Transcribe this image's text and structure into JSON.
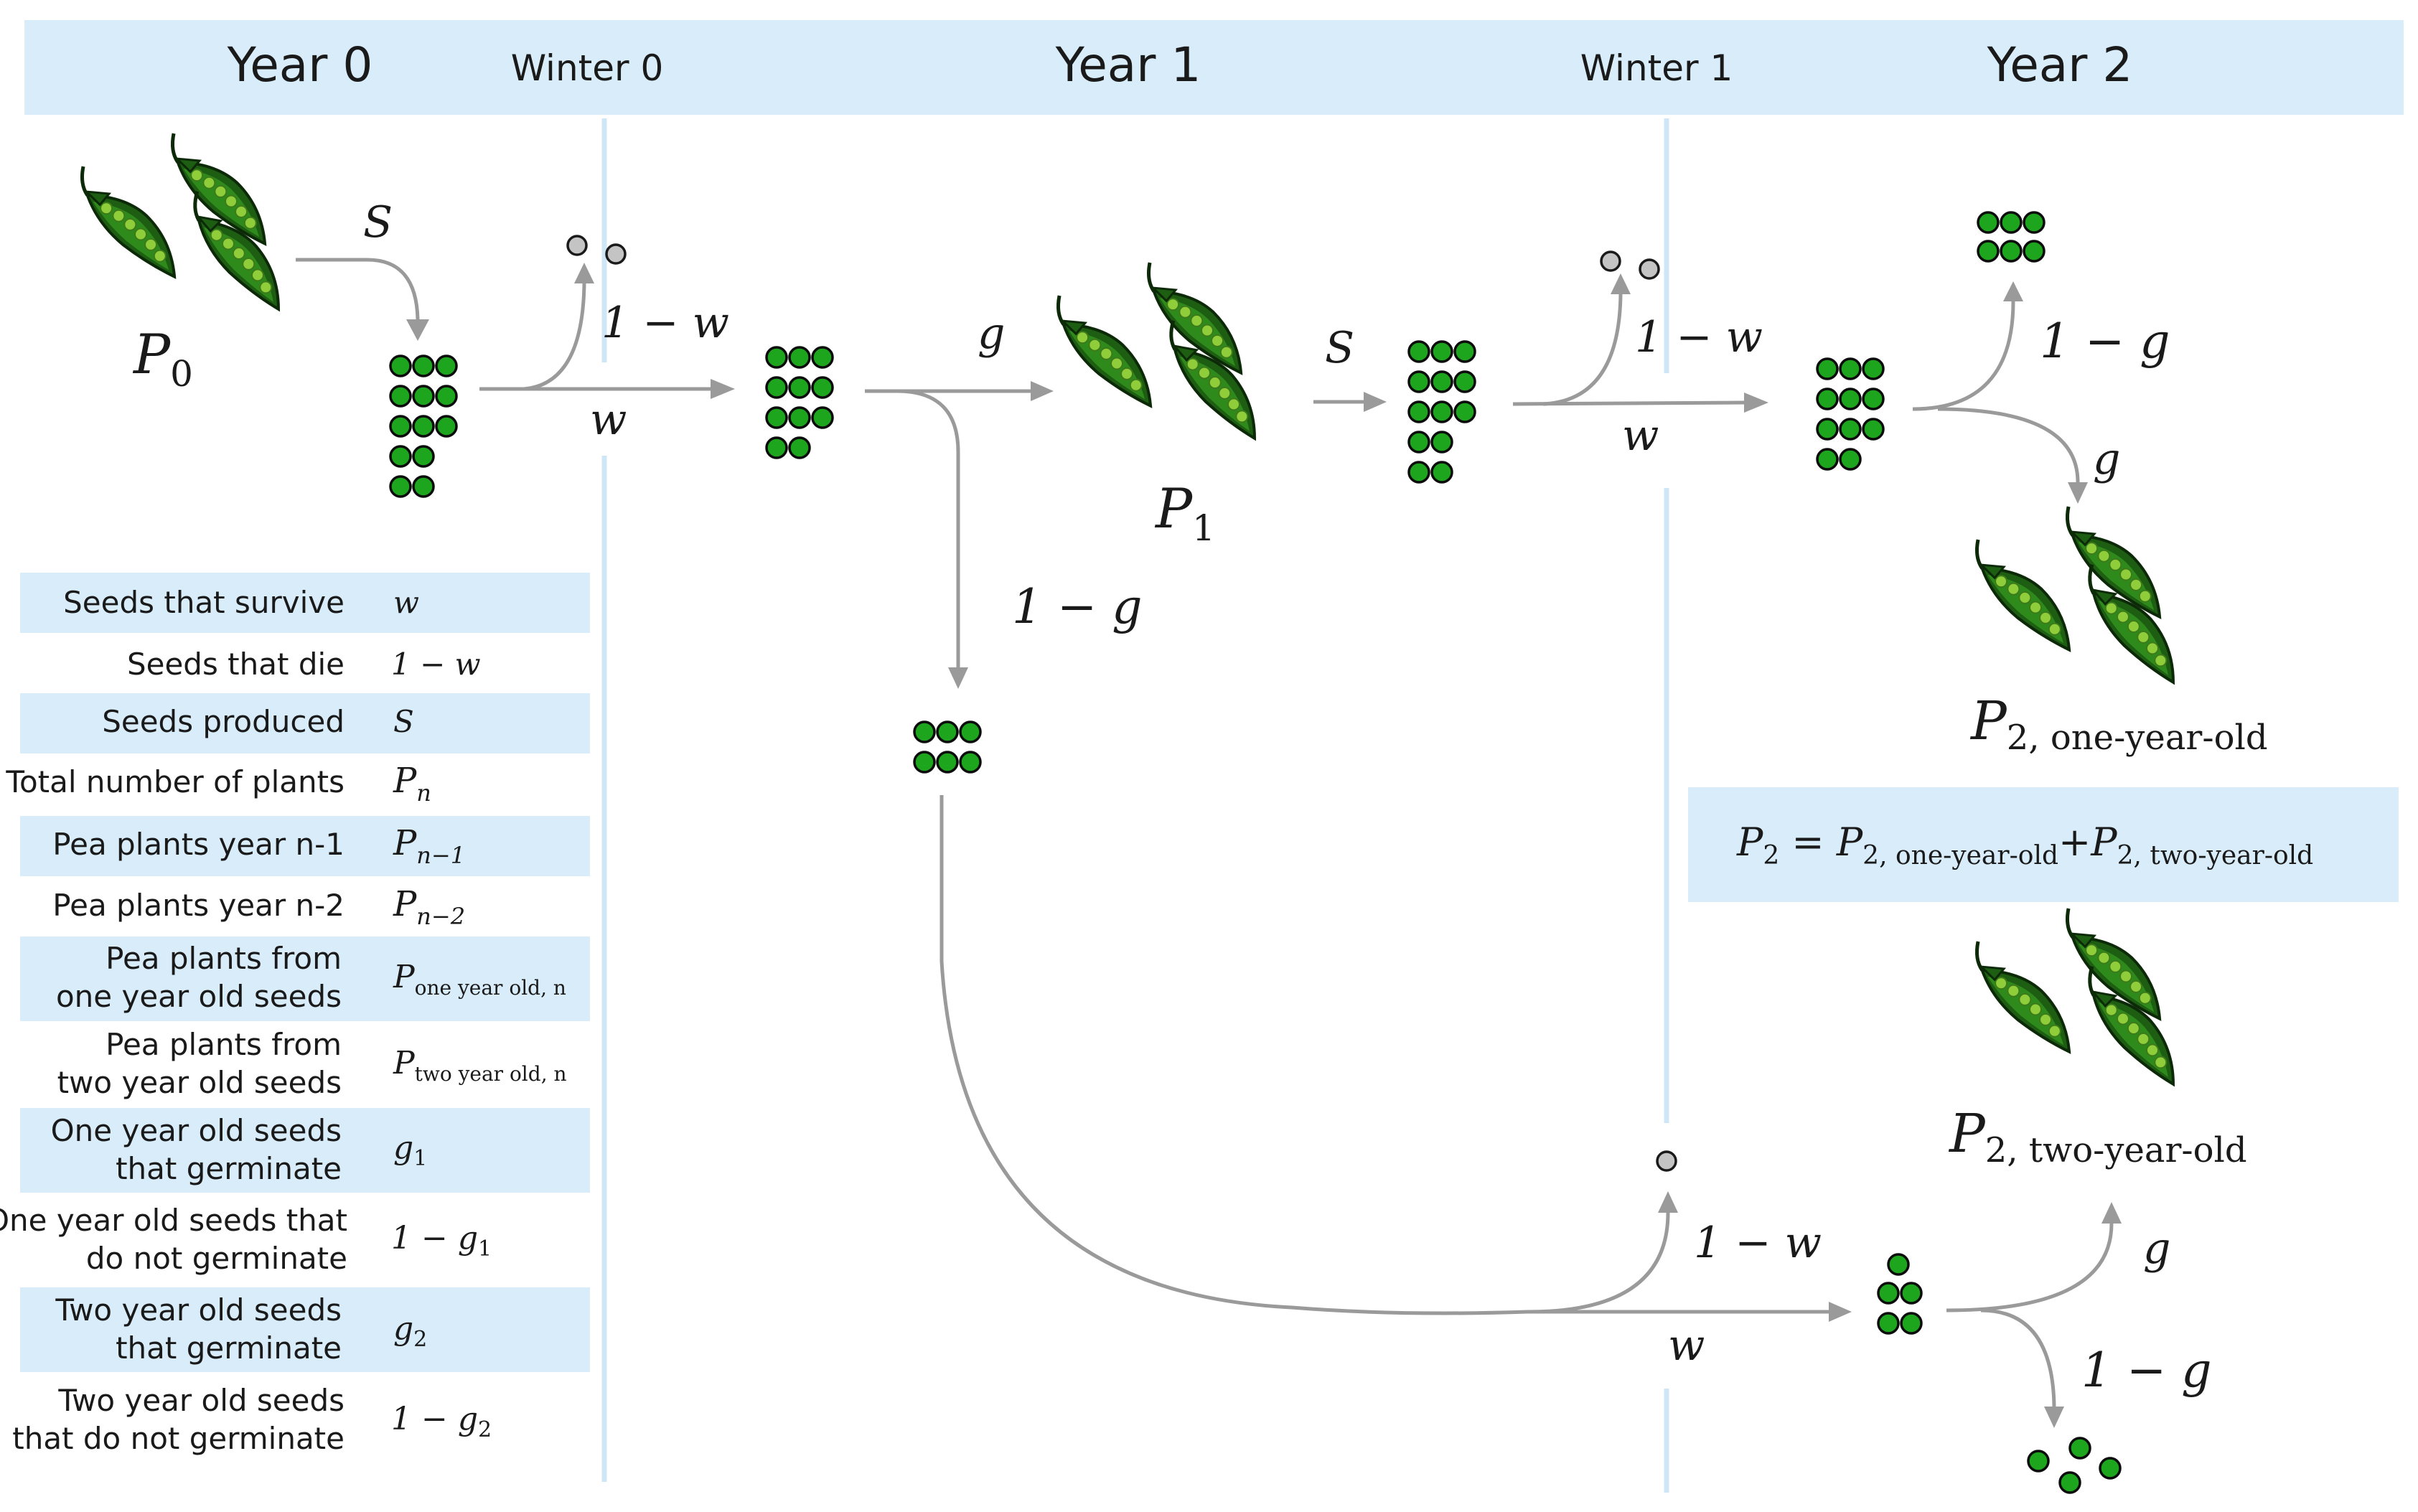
{
  "header": {
    "year0": "Year 0",
    "winter0": "Winter 0",
    "year1": "Year 1",
    "winter1": "Winter 1",
    "year2": "Year 2",
    "background_color": "#d8ecfa"
  },
  "labels": {
    "p0": "P",
    "p0_sub": "0",
    "p1": "P",
    "p1_sub": "1",
    "p2_one": "P",
    "p2_one_sub": "2, one-year-old",
    "p2_two": "P",
    "p2_two_sub": "2, two-year-old",
    "S": "S",
    "w": "w",
    "g": "g",
    "one_minus_w": "1 − w",
    "one_minus_g": "1 − g"
  },
  "equation": {
    "lhs": "P",
    "lhs_sub": "2",
    "eq": " = P",
    "term1_sub": "2, one-year-old",
    "plus": "+P",
    "term2_sub": "2, two-year-old"
  },
  "table": {
    "rows": [
      {
        "desc": [
          "Seeds that survive"
        ],
        "sym": "w",
        "sub": ""
      },
      {
        "desc": [
          "Seeds that die"
        ],
        "sym": "1 − w",
        "sub": ""
      },
      {
        "desc": [
          "Seeds produced"
        ],
        "sym": "S",
        "sub": ""
      },
      {
        "desc": [
          "Total number of plants"
        ],
        "sym": "P",
        "sub": "n"
      },
      {
        "desc": [
          "Pea plants year  n-1"
        ],
        "sym": "P",
        "sub": "n−1"
      },
      {
        "desc": [
          "Pea plants year  n-2"
        ],
        "sym": "P",
        "sub": "n−2"
      },
      {
        "desc": [
          "Pea plants  from",
          "one year old seeds"
        ],
        "sym": "P",
        "sub": "one year old, n"
      },
      {
        "desc": [
          "Pea plants from",
          "two year old seeds"
        ],
        "sym": "P",
        "sub": "two year old, n"
      },
      {
        "desc": [
          "One year old seeds",
          "that germinate"
        ],
        "sym": "g",
        "sub": "1"
      },
      {
        "desc": [
          "One year old seeds that",
          "do not germinate"
        ],
        "sym": "1 − g",
        "sub": "1"
      },
      {
        "desc": [
          "Two year old seeds",
          "that germinate"
        ],
        "sym": "g",
        "sub": "2"
      },
      {
        "desc": [
          "Two year old seeds",
          "that do not germinate"
        ],
        "sym": "1 − g",
        "sub": "2"
      }
    ],
    "stripe_color": "#d8ecfa"
  },
  "colors": {
    "seed_green": "#1ea51e",
    "dead_seed_grey": "#c4c4c4",
    "arrow_grey": "#9a9a9a",
    "pod_dark": "#1d5e12",
    "pea_light": "#8fcd3a"
  }
}
